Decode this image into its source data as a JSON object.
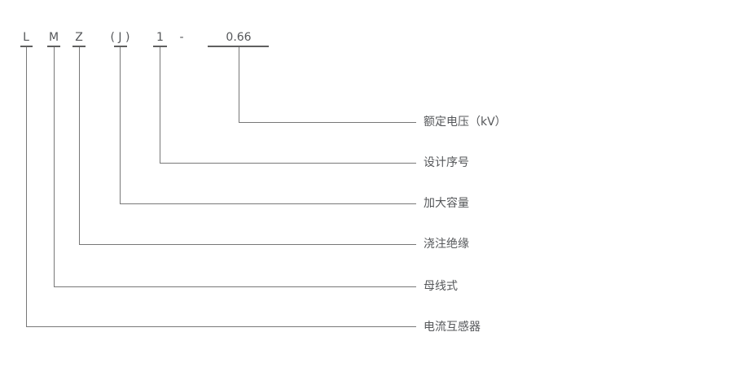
{
  "diagram": {
    "description_colors": {
      "text": "#55575a",
      "line": "#787878"
    },
    "separator": "-",
    "code_parts": [
      {
        "symbol": "L",
        "meaning": "电流互感器"
      },
      {
        "symbol": "M",
        "meaning": "母线式"
      },
      {
        "symbol": "Z",
        "meaning": "浇注绝缘"
      },
      {
        "symbol": "( J )",
        "meaning": "加大容量"
      },
      {
        "symbol": "1",
        "meaning": "设计序号"
      },
      {
        "symbol": "0.66",
        "meaning": "额定电压（kV）"
      }
    ]
  }
}
